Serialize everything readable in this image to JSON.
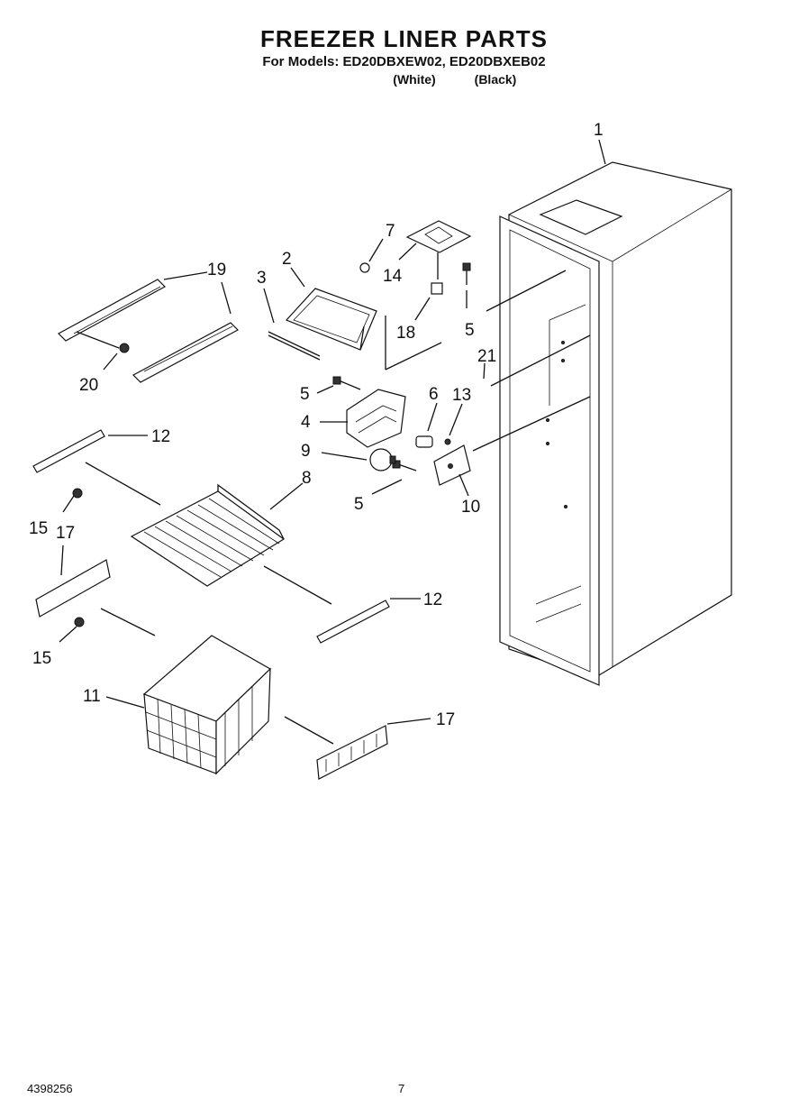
{
  "header": {
    "title": "FREEZER LINER PARTS",
    "models_line": "For Models: ED20DBXEW02, ED20DBXEB02",
    "variants": [
      "(White)",
      "(Black)"
    ]
  },
  "callouts": [
    "1",
    "2",
    "3",
    "4",
    "5",
    "5",
    "5",
    "6",
    "7",
    "8",
    "9",
    "10",
    "11",
    "12",
    "12",
    "13",
    "14",
    "15",
    "15",
    "17",
    "17",
    "18",
    "19",
    "20",
    "21"
  ],
  "footer": {
    "doc_number": "4398256",
    "page_number": "7"
  }
}
